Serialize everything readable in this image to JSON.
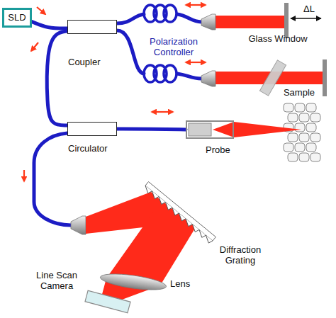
{
  "diagram": {
    "nodes": [
      {
        "text": [
          "SLD"
        ]
      },
      {
        "text": [
          "Coupler"
        ]
      },
      {
        "text": [
          "Circulator"
        ]
      },
      {
        "text": [
          "Probe"
        ]
      }
    ],
    "edges": [
      {
        "from": 0,
        "to": 1,
        "arrow": "none"
      },
      {
        "from": 1,
        "to": 2,
        "arrow": "none"
      },
      {
        "from": 2,
        "to": 3,
        "arrow": "none"
      }
    ],
    "labels": [
      "Polarization Controller",
      "Glass Window",
      "ΔL",
      "Sample",
      "Diffraction Grating",
      "Lens",
      "Line Scan Camera"
    ]
  }
}
